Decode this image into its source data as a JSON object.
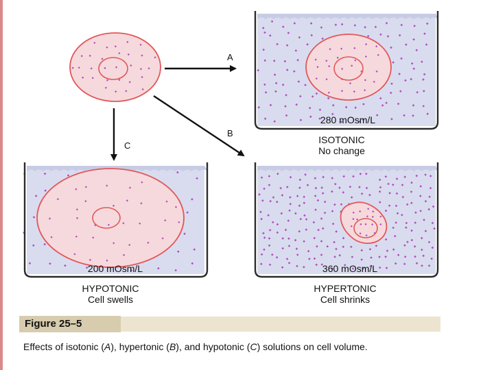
{
  "arrows": {
    "a": "A",
    "b": "B",
    "c": "C"
  },
  "beakers": {
    "isotonic": {
      "concentration": "280 mOsm/L",
      "title": "ISOTONIC",
      "subtitle": "No change"
    },
    "hypotonic": {
      "concentration": "200 mOsm/L",
      "title": "HYPOTONIC",
      "subtitle": "Cell swells"
    },
    "hypertonic": {
      "concentration": "360 mOsm/L",
      "title": "HYPERTONIC",
      "subtitle": "Cell shrinks"
    }
  },
  "figure": {
    "label": "Figure 25–5",
    "caption": {
      "t1": "Effects of isotonic (",
      "a": "A",
      "t2": "), hypertonic (",
      "b": "B",
      "t3": "), and hypotonic (",
      "c": "C",
      "t4": ") solutions on cell volume."
    }
  },
  "colors": {
    "water": "#d9dcef",
    "wave": "#c7cbe4",
    "beaker": "#2a2a2a",
    "cell_fill": "#f6d9dc",
    "cell_stroke": "#e2575a",
    "solute": "#b04fbf",
    "figure_band": "#ece4cf",
    "figure_tab": "#d7ccae"
  }
}
